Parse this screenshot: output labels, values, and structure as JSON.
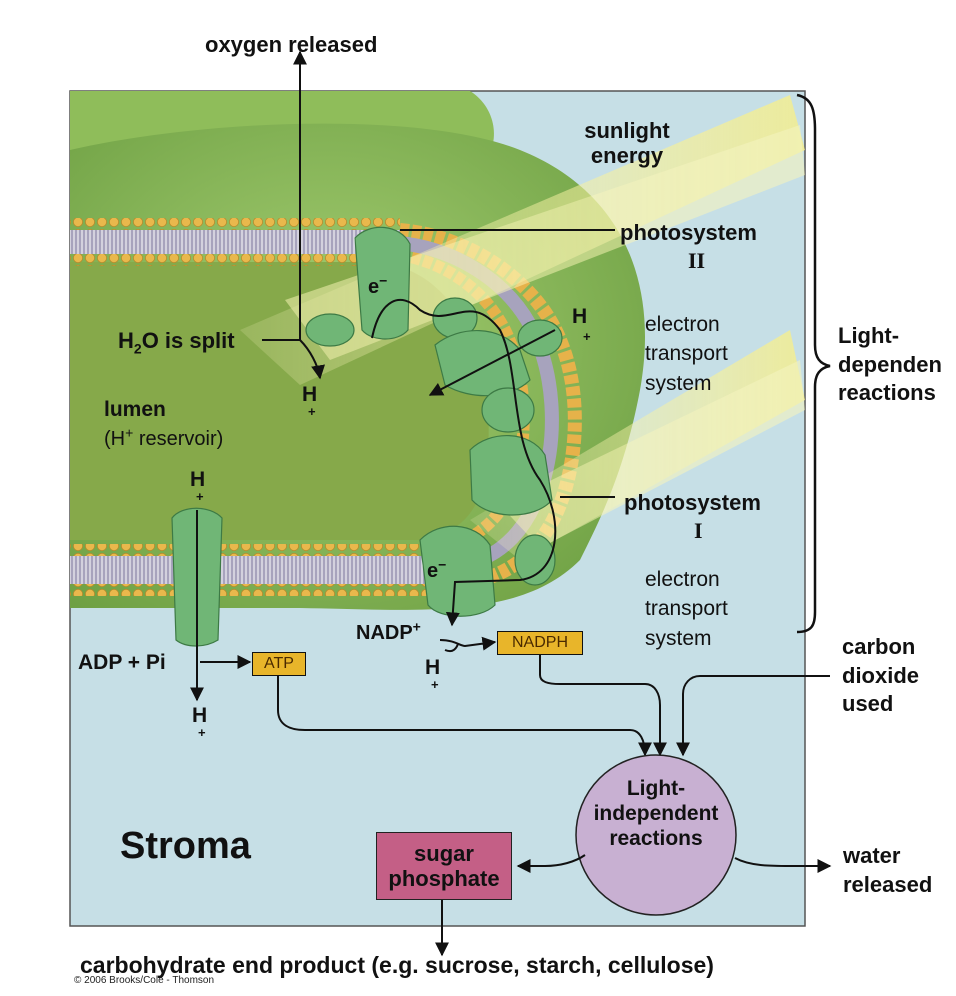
{
  "labels": {
    "oxygen_released": "oxygen released",
    "sunlight_energy": "sunlight\nenergy",
    "photosystem_ii": "photosystem",
    "photosystem_ii_num": "II",
    "e_top": "e",
    "h_top_right": "H",
    "h2o_split_pre": "H",
    "h2o_split_sub": "2",
    "h2o_split_post": "O is split",
    "h_lumen": "H",
    "lumen": "lumen",
    "lumen_reservoir_pre": "(H",
    "lumen_reservoir_post": " reservoir)",
    "h_channel": "H",
    "electron_transport_1": "electron\ntransport\nsystem",
    "light_dependent_reactions": "Light-\ndependen\nreactions",
    "photosystem_i": "photosystem",
    "photosystem_i_num": "I",
    "e_bottom": "e",
    "electron_transport_2": "electron\ntransport\nsystem",
    "nadp": "NADP",
    "nadph": "NADPH",
    "h_nadp": "H",
    "adp_pi": "ADP + Pi",
    "atp": "ATP",
    "h_bottom": "H",
    "carbon_dioxide_used": "carbon\ndioxide\nused",
    "light_independent_reactions": "Light-\nindependent\nreactions",
    "stroma": "Stroma",
    "sugar_phosphate": "sugar\nphosphate",
    "water_released": "water\nreleased",
    "carbohydrate_end_product": "carbohydrate end product (e.g. sucrose, starch, cellulose)",
    "copyright": "© 2006 Brooks/Cole - Thomson",
    "minus": "−",
    "plus": "+"
  },
  "colors": {
    "stroma": "#c6dfe6",
    "thylakoid": "#8cbe5c",
    "lumen": "#84a848",
    "membrane_lipid": "#e4b44a",
    "protein": "#6fb473",
    "light_beam": "#f4ef9c",
    "atp_box": "#e8b52a",
    "sugar_box": "#c45f86",
    "light_independent_circle": "#c8b0d2"
  }
}
